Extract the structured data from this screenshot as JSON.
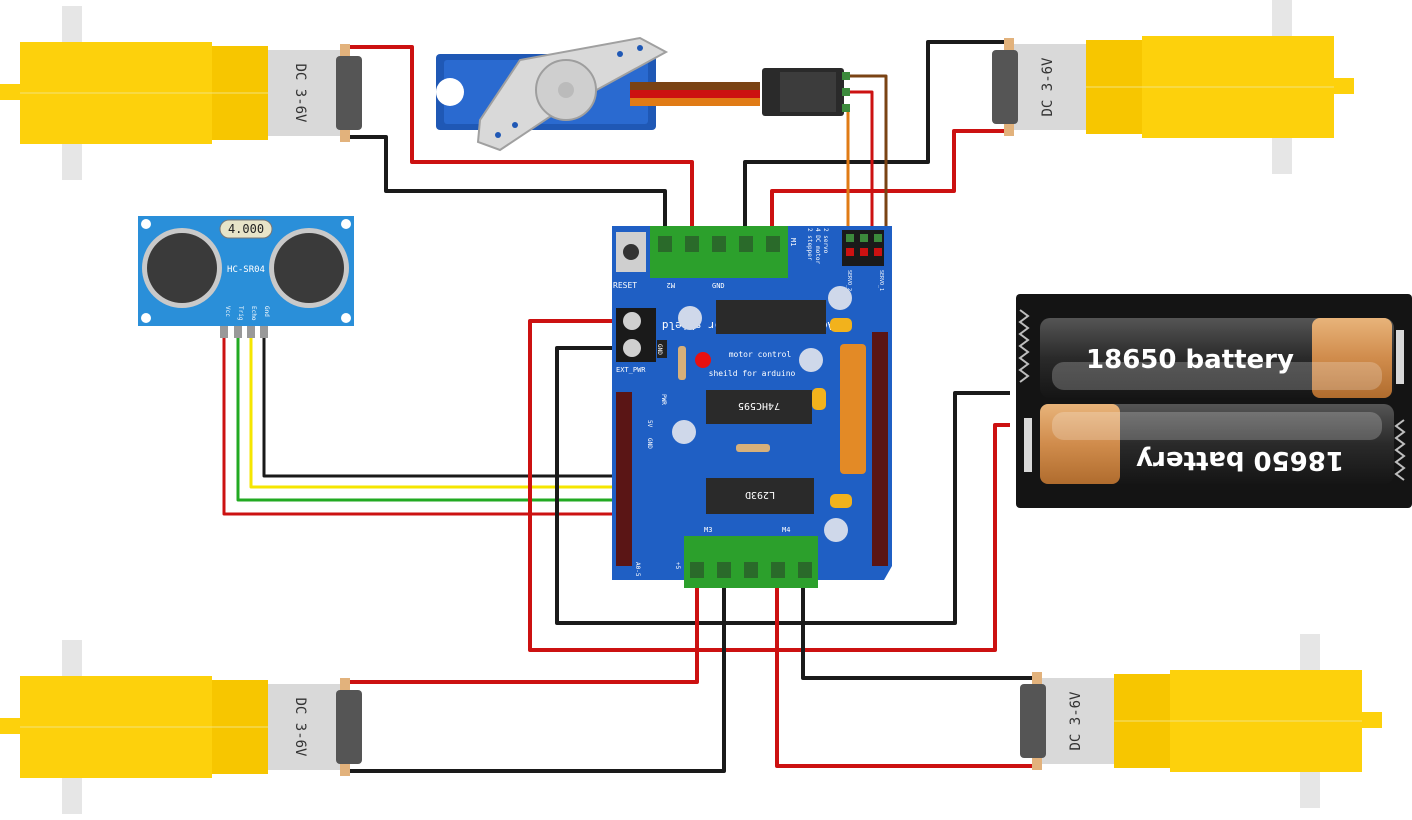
{
  "motors": {
    "label": "DC 3-6V"
  },
  "sensor": {
    "display": "4.000",
    "model": "HC-SR04",
    "pins": [
      "Vcc",
      "Trig",
      "Echo",
      "Gnd"
    ]
  },
  "shield": {
    "title": "Adafruit v1.2 motor shield",
    "subtitle": "motor control",
    "subtitle2": "sheild for arduino",
    "reset": "RESET",
    "ext_pwr": "EXT_PWR",
    "gnd": "GND",
    "pwr": "PWR",
    "m1": "M1",
    "m2": "M2",
    "m3": "M3",
    "m4": "M4",
    "chip1": "74HC595",
    "chip2": "L293D",
    "servo1": "SERVO_1",
    "servo2": "SERVO_2",
    "plus5": "+5",
    "a05": "A0-5",
    "v5": "5V",
    "gnd2": "GND",
    "info": [
      "2 stepper",
      "4 DC motor",
      "2 servo"
    ]
  },
  "battery": {
    "label": "18650 battery"
  },
  "colors": {
    "motor_yellow": "#fdd10c",
    "shield_blue": "#1f5fc4",
    "sensor_blue": "#2a8fd9",
    "wire_red": "#cc1111",
    "wire_black": "#1a1a1a",
    "wire_yellow": "#f5e600",
    "wire_green": "#22aa22",
    "wire_orange": "#e07b16",
    "wire_brown": "#7a4314",
    "terminal_green": "#2ca02c",
    "battery_copper": "#d89a5e"
  }
}
